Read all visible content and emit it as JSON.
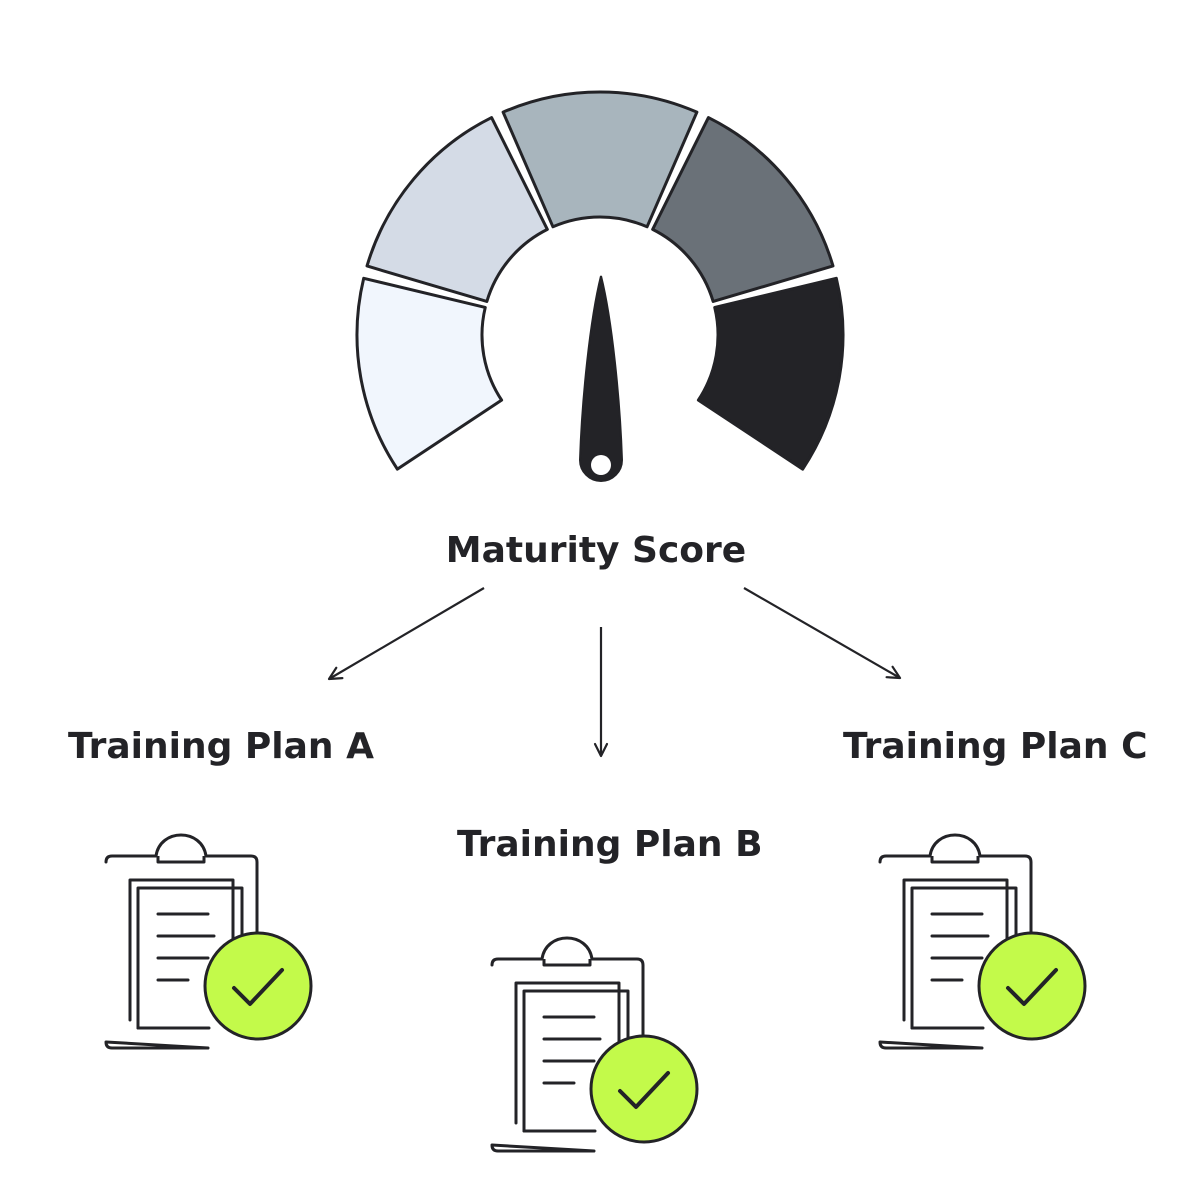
{
  "title": "Maturity Score",
  "plans": [
    {
      "label": "Training Plan A"
    },
    {
      "label": "Training Plan B"
    },
    {
      "label": "Training Plan C"
    }
  ],
  "gauge": {
    "segment_colors": [
      "#f1f6fd",
      "#d4dbe6",
      "#a8b5bd",
      "#6a7178",
      "#232327"
    ],
    "needle_color": "#232327",
    "outline_color": "#232327"
  },
  "icon": {
    "badge_color": "#c3fa4a",
    "stroke_color": "#232327"
  }
}
